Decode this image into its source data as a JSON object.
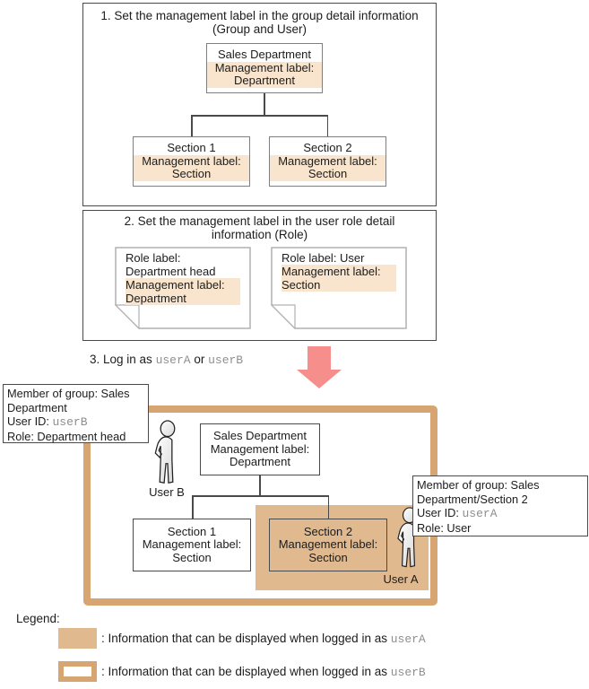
{
  "colors": {
    "peach_highlight": "#f9e5cd",
    "tan_fill": "#e1b98e",
    "tan_border": "#d7a572",
    "arrow_salmon": "#f68f8b",
    "mono_gray": "#8f8f8f"
  },
  "step1": {
    "title_line1": "1. Set the management label in the group detail information",
    "title_line2": "(Group and User)",
    "sales": {
      "name": "Sales Department",
      "label_key": "Management label:",
      "label_val": "Department"
    },
    "section1": {
      "name": "Section 1",
      "label_key": "Management label:",
      "label_val": "Section"
    },
    "section2": {
      "name": "Section 2",
      "label_key": "Management label:",
      "label_val": "Section"
    }
  },
  "step2": {
    "title_line1": "2. Set the management label in the user role detail",
    "title_line2": "information (Role)",
    "note1": {
      "line1": "Role label:",
      "line2": "Department head",
      "hl1": "Management label:",
      "hl2": "Department"
    },
    "note2": {
      "line1": "Role label: User",
      "hl1": "Management label:",
      "hl2": "Section"
    }
  },
  "step3": {
    "prefix": "3. Log in as ",
    "user_a": "userA",
    "or": " or ",
    "user_b": "userB"
  },
  "diagram": {
    "callout_b": {
      "line1": "Member of group: Sales",
      "line2": "Department",
      "line3_key": "User ID: ",
      "line3_val": "userB",
      "line4": "Role: Department head"
    },
    "callout_a": {
      "line1": "Member of group: Sales",
      "line2": "Department/Section 2",
      "line3_key": "User ID: ",
      "line3_val": "userA",
      "line4": "Role: User"
    },
    "user_b_label": "User B",
    "user_a_label": "User A",
    "sales": {
      "name": "Sales Department",
      "label_key": "Management label:",
      "label_val": "Department"
    },
    "section1": {
      "name": "Section 1",
      "label_key": "Management label:",
      "label_val": "Section"
    },
    "section2": {
      "name": "Section 2",
      "label_key": "Management label:",
      "label_val": "Section"
    }
  },
  "legend": {
    "title": "Legend:",
    "item_a_text": ": Information that can be displayed when logged in as ",
    "item_a_user": "userA",
    "item_b_text": ": Information that can be displayed when logged in as ",
    "item_b_user": "userB"
  }
}
